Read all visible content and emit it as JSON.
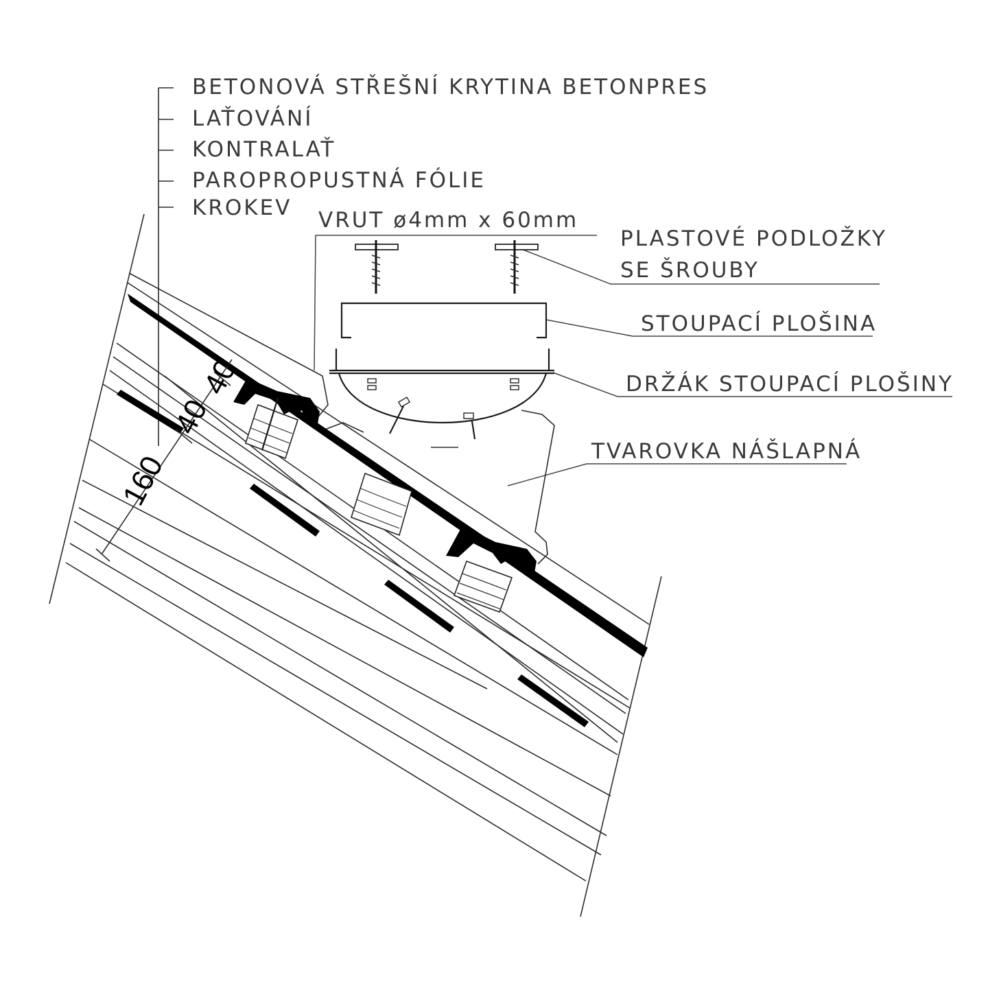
{
  "layers": [
    "BETONOVÁ STŘEŠNÍ KRYTINA BETONPRES",
    "LAŤOVÁNÍ",
    "KONTRALAŤ",
    "PAROPROPUSTNÁ FÓLIE",
    "KROKEV"
  ],
  "callouts": {
    "screw": "VRUT ø4mm x 60mm",
    "washers_line1": "PLASTOVÉ PODLOŽKY",
    "washers_line2": "SE ŠROUBY",
    "platform": "STOUPACÍ PLOŠINA",
    "holder": "DRŽÁK STOUPACÍ PLOŠINY",
    "tile": "TVAROVKA NÁŠLAPNÁ"
  },
  "dimensions": {
    "batten": "40",
    "counter_batten": "40",
    "rafter": "160"
  }
}
